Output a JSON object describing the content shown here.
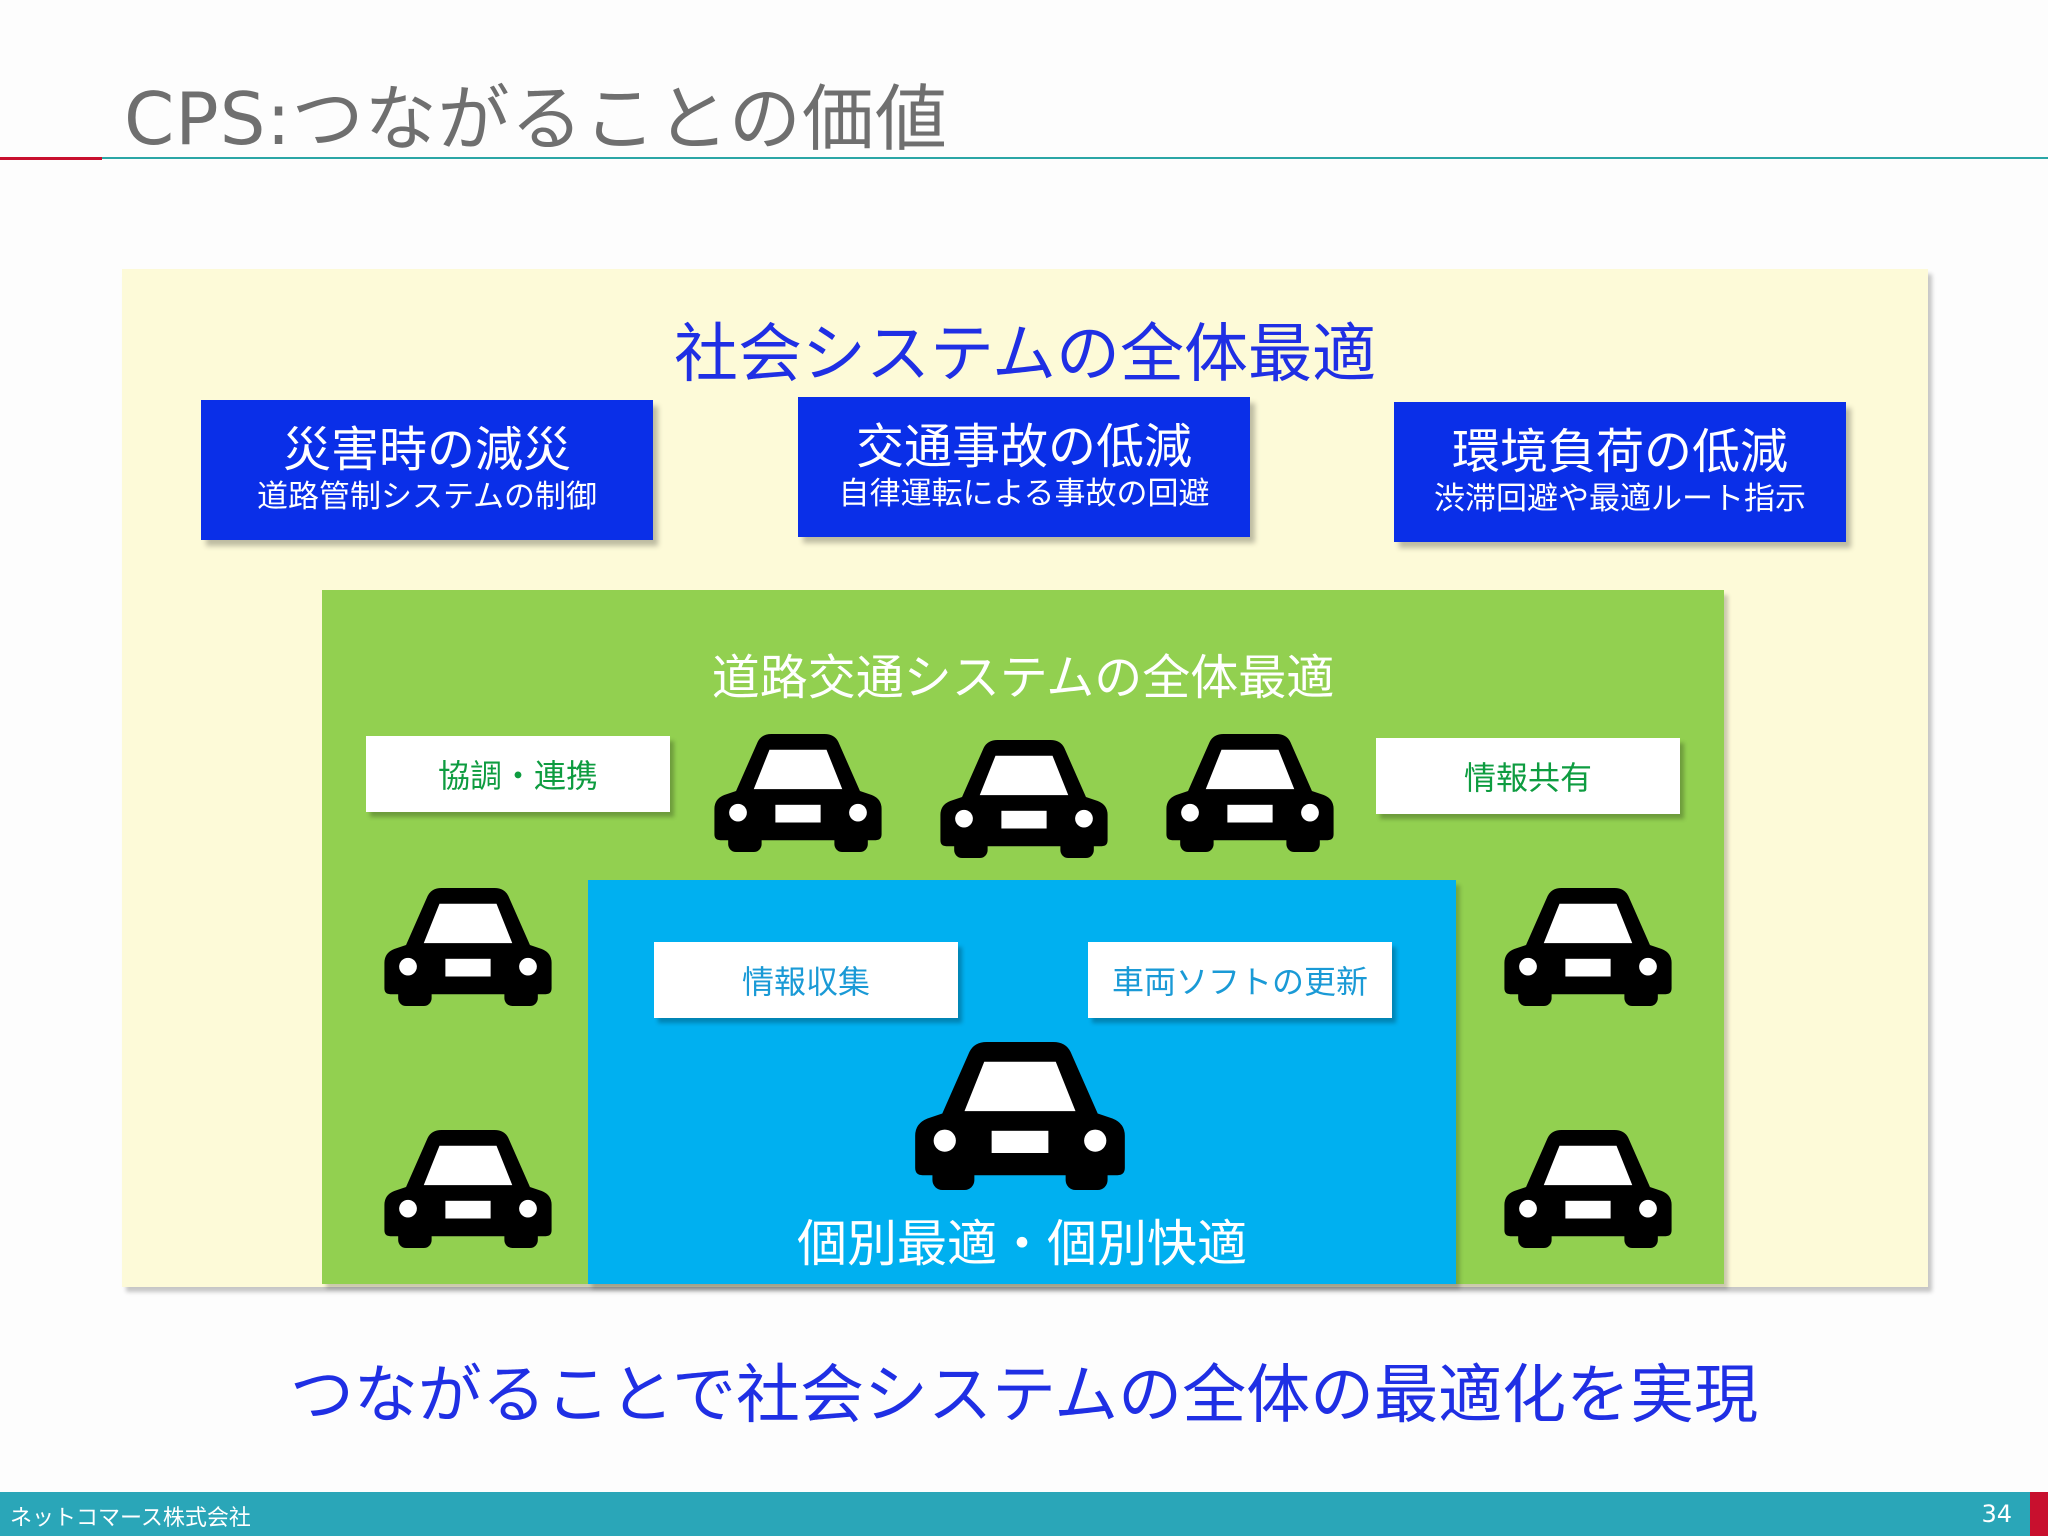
{
  "slide": {
    "title": "CPS:つながることの価値",
    "slogan": "つながることで社会システムの全体の最適化を実現"
  },
  "society": {
    "title": "社会システムの全体最適",
    "goals": [
      {
        "title": "災害時の減災",
        "subtitle": "道路管制システムの制御"
      },
      {
        "title": "交通事故の低減",
        "subtitle": "自律運転による事故の回避"
      },
      {
        "title": "環境負荷の低減",
        "subtitle": "渋滞回避や最適ルート指示"
      }
    ]
  },
  "road": {
    "title": "道路交通システムの全体最適",
    "tags": [
      "協調・連携",
      "情報共有"
    ]
  },
  "vehicle": {
    "title": "個別最適・個別快適",
    "tags": [
      "情報収集",
      "車両ソフトの更新"
    ]
  },
  "icons": {
    "car": "car-front-icon"
  },
  "colors": {
    "society_bg": "#fdfad8",
    "goal_box": "#0a2fe8",
    "road_bg": "#92d050",
    "vehicle_bg": "#00b0f0",
    "heading_blue": "#1f2fe4"
  },
  "footer": {
    "company": "ネットコマース株式会社",
    "page_number": "34"
  }
}
